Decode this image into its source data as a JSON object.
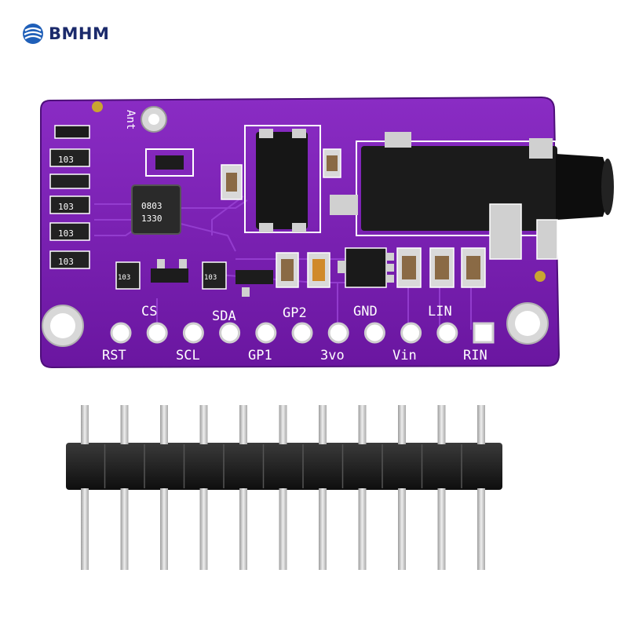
{
  "watermark": {
    "brand": "BMHM"
  },
  "board": {
    "antenna_label": "Ant",
    "resistor_marks": [
      "103",
      "103",
      "103",
      "103",
      "103",
      "103"
    ],
    "ic_marks": [
      "0803",
      "1330"
    ],
    "pins_top": [
      "CS",
      "SDA",
      "GP2",
      "GND",
      "LIN"
    ],
    "pins_bottom": [
      "RST",
      "SCL",
      "GP1",
      "3vo",
      "Vin",
      "RIN"
    ]
  },
  "colors": {
    "pcb": "#7a1fb0",
    "pcb_edge": "#5d1290",
    "silkscreen": "#ffffff",
    "header_plastic": "#1a1a1a",
    "pin_metal": "#c9c9c9"
  }
}
